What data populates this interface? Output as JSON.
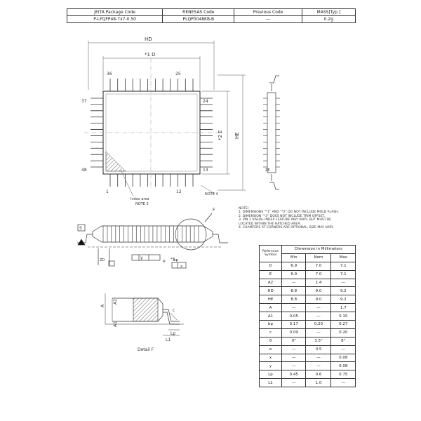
{
  "header": {
    "cols": [
      "JEITA Package Code",
      "RENESAS Code",
      "Previous Code",
      "MASS[Typ.]"
    ],
    "vals": [
      "P-LFQFP48-7x7-0.50",
      "PLQP0048KB-B",
      "—",
      "0.2g"
    ]
  },
  "drawing": {
    "dim_hd": "HD",
    "dim_d": "*1 D",
    "dim_he": "HE",
    "dim_e": "*2 E",
    "pin36": "36",
    "pin25": "25",
    "pin37": "37",
    "pin24": "24",
    "pin48": "48",
    "pin13": "13",
    "pin1": "1",
    "pin12": "12",
    "index_area": "Index area",
    "note3": "NOTE 3",
    "note4": "NOTE 4",
    "label_f": "F",
    "label_s": "S",
    "label_y": "y",
    "label_zd": "ZD",
    "label_ze": "ZE",
    "label_e": "e",
    "label_bp": "bp",
    "label_x": "x",
    "label_a": "A",
    "label_a1": "A1",
    "label_a2": "A2",
    "label_c": "c",
    "label_lp": "Lp",
    "label_l1": "L1",
    "star3": "*3",
    "detail_f": "Detail F"
  },
  "notes": [
    "NOTE)",
    "1.  DIMENSIONS \"*1\" AND \"*2\" DO NOT INCLUDE MOLD FLASH.",
    "2.  DIMENSION \"*3\" DOES NOT INCLUDE TRIM OFFSET.",
    "3.  PIN 1 VISUAL INDEX FEATURE MAY VARY, BUT MUST BE",
    "    LOCATED WITHIN THE HATCHED AREA.",
    "4.  CHAMFERS AT CORNERS ARE OPTIONAL, SIZE MAY VARY."
  ],
  "dimensions": {
    "title_symbol": "Reference Symbol",
    "title_dim": "Dimension in Millimeters",
    "cols": [
      "Min",
      "Nom",
      "Max"
    ],
    "rows": [
      {
        "sym": "D",
        "min": "6.9",
        "nom": "7.0",
        "max": "7.1"
      },
      {
        "sym": "E",
        "min": "6.9",
        "nom": "7.0",
        "max": "7.1"
      },
      {
        "sym": "A2",
        "min": "—",
        "nom": "1.4",
        "max": "—"
      },
      {
        "sym": "HD",
        "min": "8.8",
        "nom": "9.0",
        "max": "9.2"
      },
      {
        "sym": "HE",
        "min": "8.8",
        "nom": "9.0",
        "max": "9.2"
      },
      {
        "sym": "A",
        "min": "—",
        "nom": "—",
        "max": "1.7"
      },
      {
        "sym": "A1",
        "min": "0.05",
        "nom": "—",
        "max": "0.15"
      },
      {
        "sym": "bp",
        "min": "0.17",
        "nom": "0.20",
        "max": "0.27"
      },
      {
        "sym": "c",
        "min": "0.09",
        "nom": "—",
        "max": "0.20"
      },
      {
        "sym": "θ",
        "min": "0°",
        "nom": "3.5°",
        "max": "8°"
      },
      {
        "sym": "e",
        "min": "—",
        "nom": "0.5",
        "max": "—"
      },
      {
        "sym": "x",
        "min": "—",
        "nom": "—",
        "max": "0.08"
      },
      {
        "sym": "y",
        "min": "—",
        "nom": "—",
        "max": "0.08"
      },
      {
        "sym": "Lp",
        "min": "0.45",
        "nom": "0.6",
        "max": "0.75"
      },
      {
        "sym": "L1",
        "min": "—",
        "nom": "1.0",
        "max": "—"
      }
    ]
  }
}
